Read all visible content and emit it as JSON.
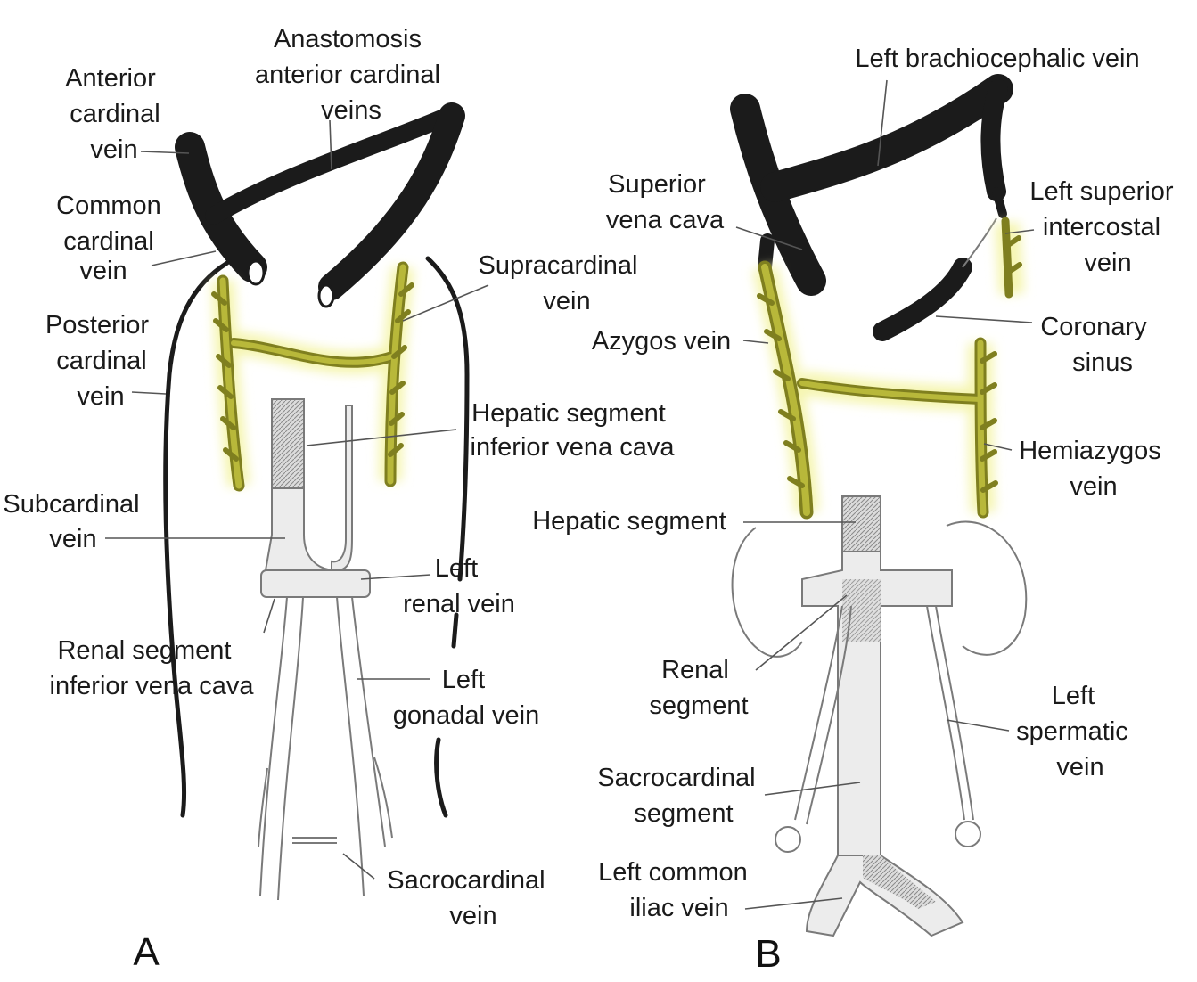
{
  "panel_a": {
    "letter": "A",
    "labels": {
      "anterior_cardinal": [
        "Anterior",
        "cardinal",
        "vein"
      ],
      "anastomosis": [
        "Anastomosis",
        "anterior cardinal",
        "veins"
      ],
      "common_cardinal": [
        "Common",
        "cardinal",
        "vein"
      ],
      "supracardinal": [
        "Supracardinal",
        "vein"
      ],
      "posterior_cardinal": [
        "Posterior",
        "cardinal",
        "vein"
      ],
      "hepatic_segment_ivc": [
        "Hepatic segment",
        "inferior vena cava"
      ],
      "subcardinal": [
        "Subcardinal",
        "vein"
      ],
      "left_renal": [
        "Left",
        "renal vein"
      ],
      "renal_segment_ivc": [
        "Renal segment",
        "inferior vena cava"
      ],
      "left_gonadal": [
        "Left",
        "gonadal vein"
      ],
      "sacrocardinal": [
        "Sacrocardinal",
        "vein"
      ]
    }
  },
  "panel_b": {
    "letter": "B",
    "labels": {
      "left_brachiocephalic": [
        "Left brachiocephalic vein"
      ],
      "superior_vena_cava": [
        "Superior",
        "vena cava"
      ],
      "left_superior_intercostal": [
        "Left superior",
        "intercostal",
        "vein"
      ],
      "azygos": [
        "Azygos vein"
      ],
      "coronary_sinus": [
        "Coronary",
        "sinus"
      ],
      "hemiazygos": [
        "Hemiazygos",
        "vein"
      ],
      "hepatic_segment": [
        "Hepatic segment"
      ],
      "renal_segment": [
        "Renal",
        "segment"
      ],
      "left_spermatic": [
        "Left",
        "spermatic",
        "vein"
      ],
      "sacrocardinal_segment": [
        "Sacrocardinal",
        "segment"
      ],
      "left_common_iliac": [
        "Left common",
        "iliac vein"
      ]
    }
  },
  "colors": {
    "cardinal_black": "#1b1b1b",
    "supracardinal_yellow": "#b8b83a",
    "subcardinal_gray": "#ececec"
  }
}
